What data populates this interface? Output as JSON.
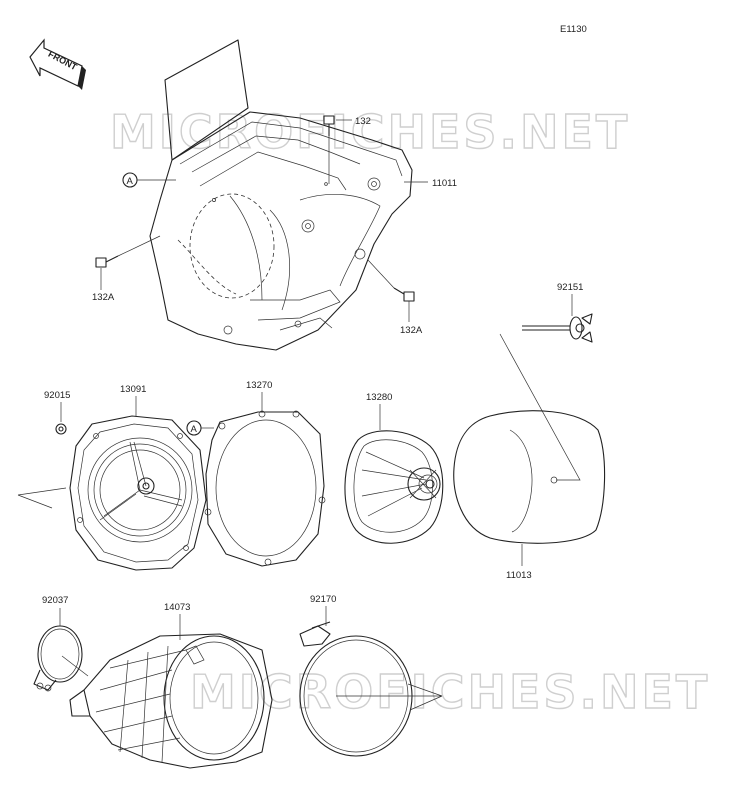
{
  "diagram_code": "E1130",
  "front_label": "FRONT",
  "watermark": "MICROFICHES.NET",
  "reference_marker": "A",
  "parts": {
    "p11011": "11011",
    "p132": "132",
    "p132a": "132A",
    "p92151": "92151",
    "p92015": "92015",
    "p13091": "13091",
    "p13270": "13270",
    "p13280": "13280",
    "p11013": "11013",
    "p92037": "92037",
    "p14073": "14073",
    "p92170": "92170"
  }
}
